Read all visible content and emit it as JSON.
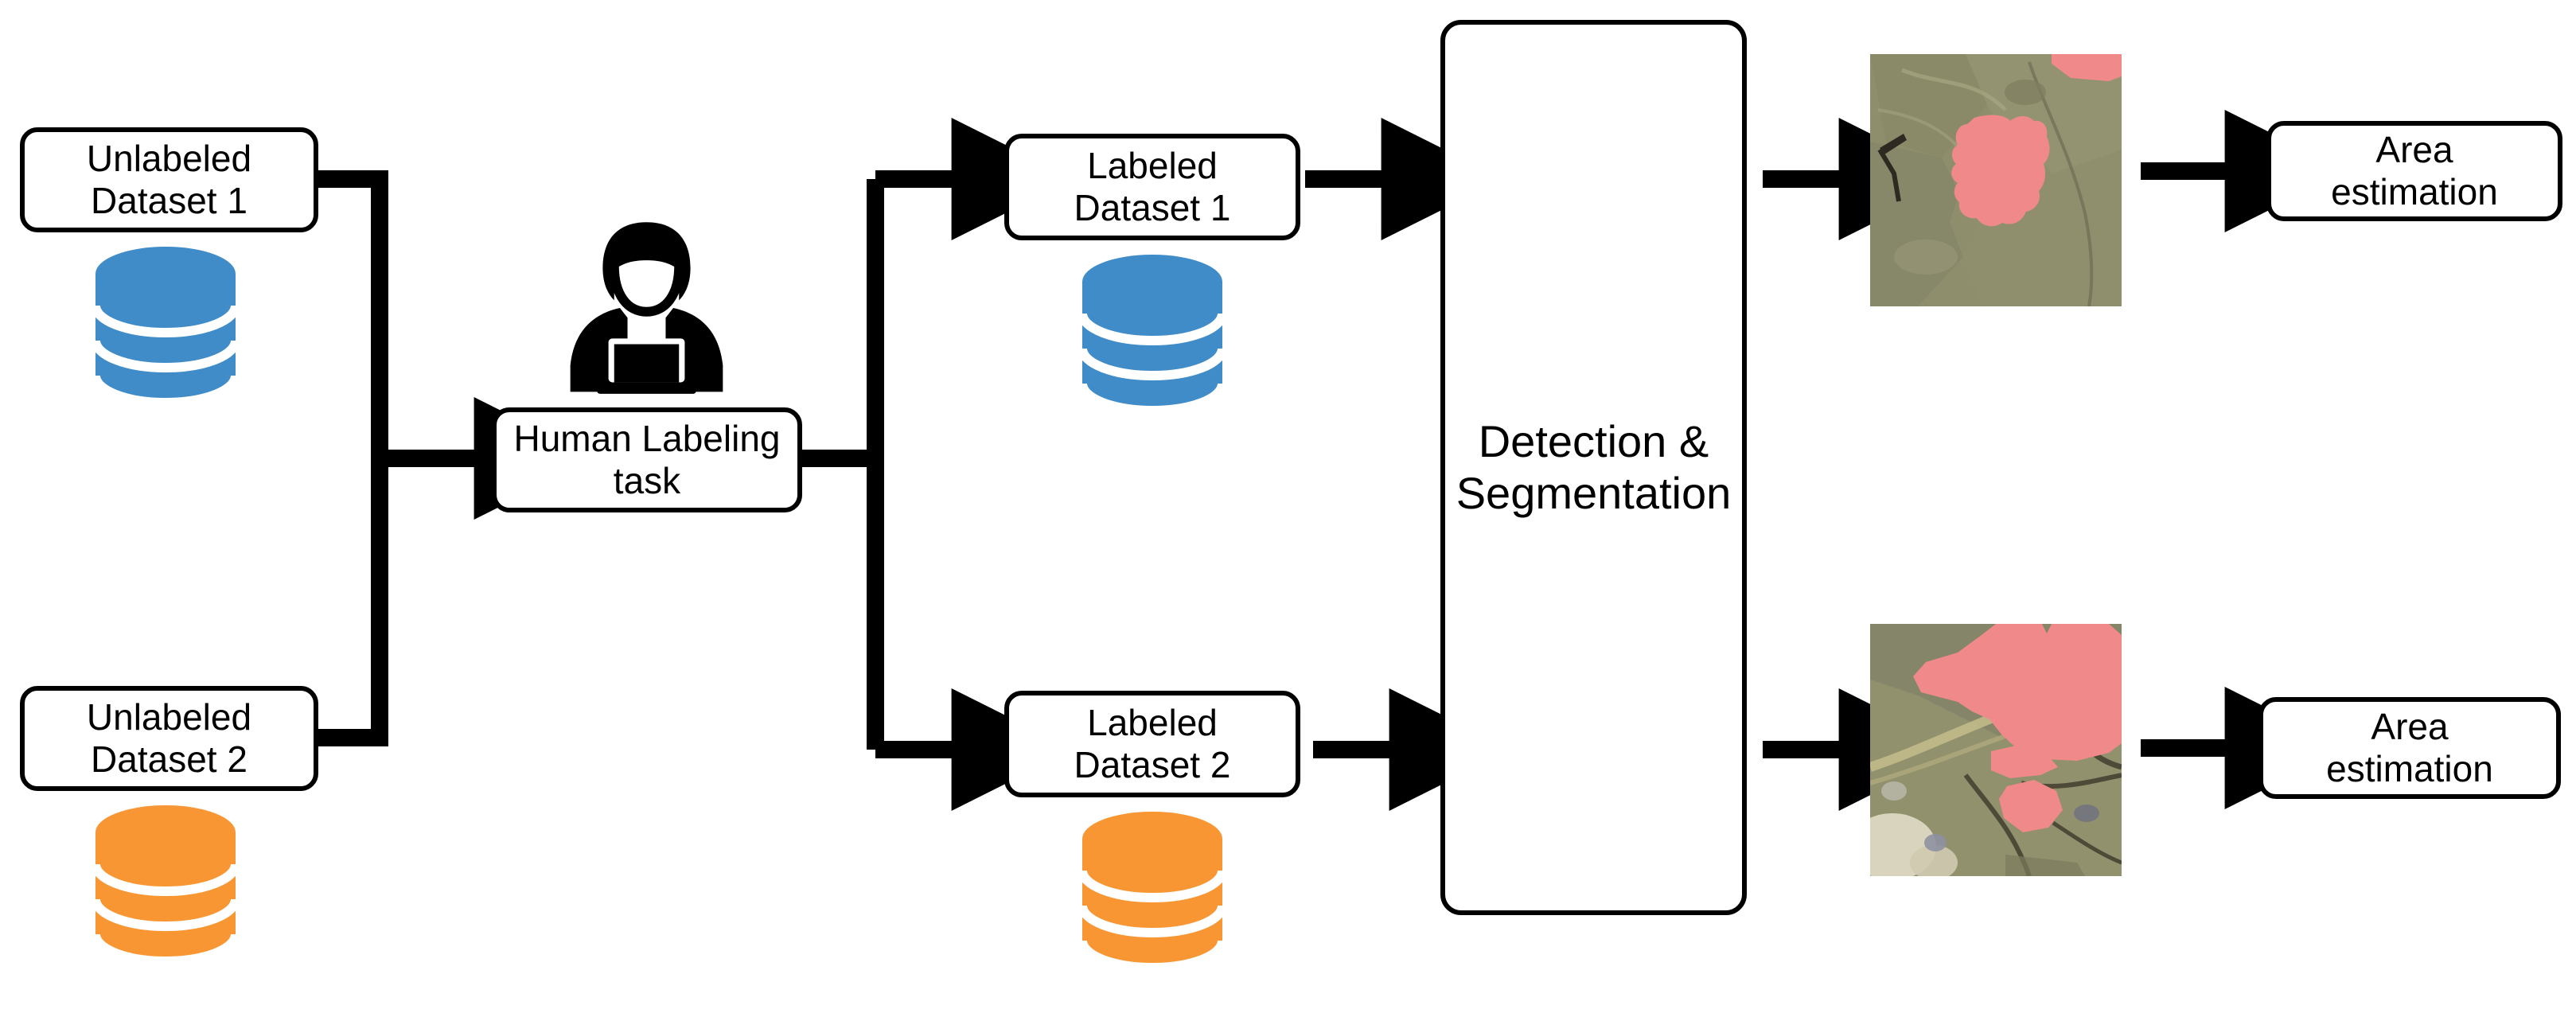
{
  "diagram": {
    "title": "Detection and segmentation pipeline for area estimation",
    "background_color": "#ffffff",
    "line_color": "#000000",
    "accent_blue": "#3f8cc9",
    "accent_orange": "#f79633",
    "segmentation_overlay_color": "#f08a8a"
  },
  "nodes": {
    "unlabeled_dataset_1": {
      "label": "Unlabeled\nDataset 1"
    },
    "unlabeled_dataset_2": {
      "label": "Unlabeled\nDataset 2"
    },
    "human_labeling_task": {
      "label": "Human Labeling\ntask"
    },
    "labeled_dataset_1": {
      "label": "Labeled\nDataset 1"
    },
    "labeled_dataset_2": {
      "label": "Labeled\nDataset 2"
    },
    "detection_segmentation": {
      "label": "Detection &\nSegmentation"
    },
    "area_estimation_1": {
      "label": "Area\nestimation"
    },
    "area_estimation_2": {
      "label": "Area\nestimation"
    }
  },
  "icons": {
    "database_blue_1": {
      "name": "database-cylinder-blue",
      "color": "#3f8cc9"
    },
    "database_orange_1": {
      "name": "database-cylinder-orange",
      "color": "#f79633"
    },
    "database_blue_2": {
      "name": "database-cylinder-blue",
      "color": "#3f8cc9"
    },
    "database_orange_2": {
      "name": "database-cylinder-orange",
      "color": "#f79633"
    },
    "human_labeler": {
      "name": "person-at-laptop-icon",
      "color": "#000000"
    }
  },
  "images": {
    "segmented_satellite_1": {
      "name": "satellite-segmentation-result-1",
      "alt": "Aerial view of arid terrain with a single large pink segmentation mask",
      "overlay_color": "#f08a8a"
    },
    "segmented_satellite_2": {
      "name": "satellite-segmentation-result-2",
      "alt": "Aerial view of fields and roads with three pink segmentation masks",
      "overlay_color": "#f08a8a"
    }
  },
  "flows": [
    {
      "from": "unlabeled_dataset_1",
      "to": "human_labeling_task",
      "style": "bracket-merge"
    },
    {
      "from": "unlabeled_dataset_2",
      "to": "human_labeling_task",
      "style": "bracket-merge"
    },
    {
      "from": "human_labeling_task",
      "to": "labeled_dataset_1",
      "style": "bracket-split"
    },
    {
      "from": "human_labeling_task",
      "to": "labeled_dataset_2",
      "style": "bracket-split"
    },
    {
      "from": "labeled_dataset_1",
      "to": "detection_segmentation",
      "style": "straight"
    },
    {
      "from": "labeled_dataset_2",
      "to": "detection_segmentation",
      "style": "straight"
    },
    {
      "from": "detection_segmentation",
      "to": "segmented_satellite_1",
      "style": "straight"
    },
    {
      "from": "detection_segmentation",
      "to": "segmented_satellite_2",
      "style": "straight"
    },
    {
      "from": "segmented_satellite_1",
      "to": "area_estimation_1",
      "style": "straight"
    },
    {
      "from": "segmented_satellite_2",
      "to": "area_estimation_2",
      "style": "straight"
    }
  ]
}
